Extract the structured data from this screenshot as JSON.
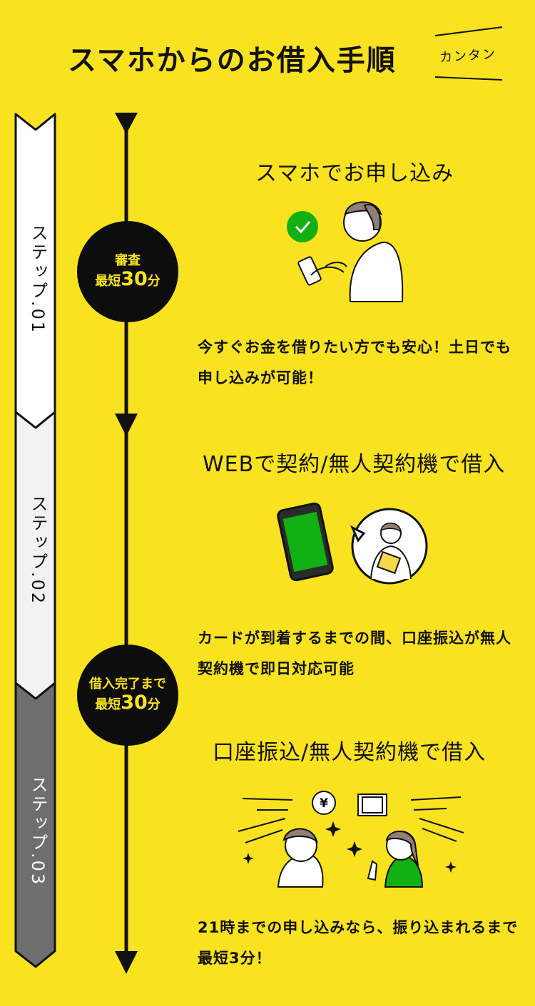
{
  "header": {
    "title": "スマホからのお借入手順",
    "badge": "カンタン"
  },
  "steps": [
    {
      "label": "ステップ.01",
      "heading": "スマホでお申し込み",
      "description": "今すぐお金を借りたい方でも安心！土日でも申し込みが可能！"
    },
    {
      "label": "ステップ.02",
      "heading": "WEBで契約/無人契約機で借入",
      "description": "カードが到着するまでの間、口座振込が無人契約機で即日対応可能"
    },
    {
      "label": "ステップ.03",
      "heading": "口座振込/無人契約機で借入",
      "description": "21時までの申し込みなら、振り込まれるまで最短3分！"
    }
  ],
  "badges": [
    {
      "line1": "審査",
      "line2_prefix": "最短",
      "line2_number": "30",
      "line2_suffix": "分"
    },
    {
      "line1": "借入完了まで",
      "line2_prefix": "最短",
      "line2_number": "30",
      "line2_suffix": "分"
    }
  ],
  "colors": {
    "background": "#f9e21f",
    "step1_fill": "#ffffff",
    "step2_fill": "#f2f2f2",
    "step3_fill": "#6e6e6e",
    "accent_green": "#12b012",
    "ink": "#111111"
  },
  "icons": [
    "check-icon",
    "yen-coin-icon",
    "cash-stack-icon",
    "sparkle-icon",
    "smartphone-icon"
  ]
}
